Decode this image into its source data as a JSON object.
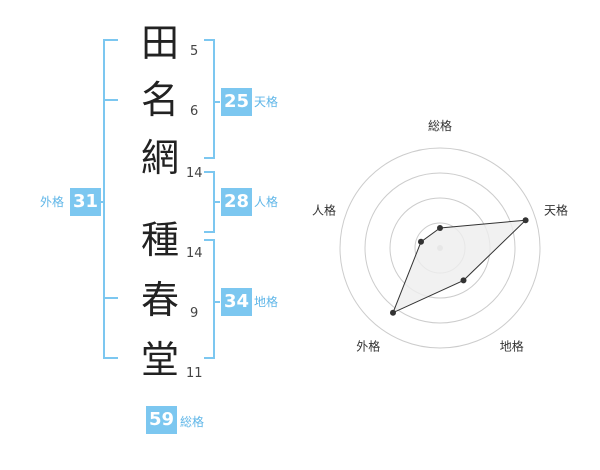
{
  "name": {
    "characters": [
      {
        "char": "田",
        "strokes": "5"
      },
      {
        "char": "名",
        "strokes": "6"
      },
      {
        "char": "網",
        "strokes": "14"
      },
      {
        "char": "種",
        "strokes": "14"
      },
      {
        "char": "春",
        "strokes": "9"
      },
      {
        "char": "堂",
        "strokes": "11"
      }
    ]
  },
  "fortunes": {
    "tenkaku": {
      "value": "25",
      "label": "天格"
    },
    "jinkaku": {
      "value": "28",
      "label": "人格"
    },
    "chikaku": {
      "value": "34",
      "label": "地格"
    },
    "gaikaku": {
      "value": "31",
      "label": "外格"
    },
    "soukaku": {
      "value": "59",
      "label": "総格"
    }
  },
  "colors": {
    "accent": "#7cc7f0",
    "accent_text": "#5fb6e8",
    "ring": "#cccccc",
    "fill": "#eeeeee",
    "line": "#333333"
  },
  "chart_data": {
    "type": "radar",
    "axes": [
      "総格",
      "天格",
      "地格",
      "外格",
      "人格"
    ],
    "values": [
      0.2,
      0.9,
      0.4,
      0.8,
      0.2
    ],
    "rings": 4,
    "range": [
      0,
      1
    ]
  }
}
